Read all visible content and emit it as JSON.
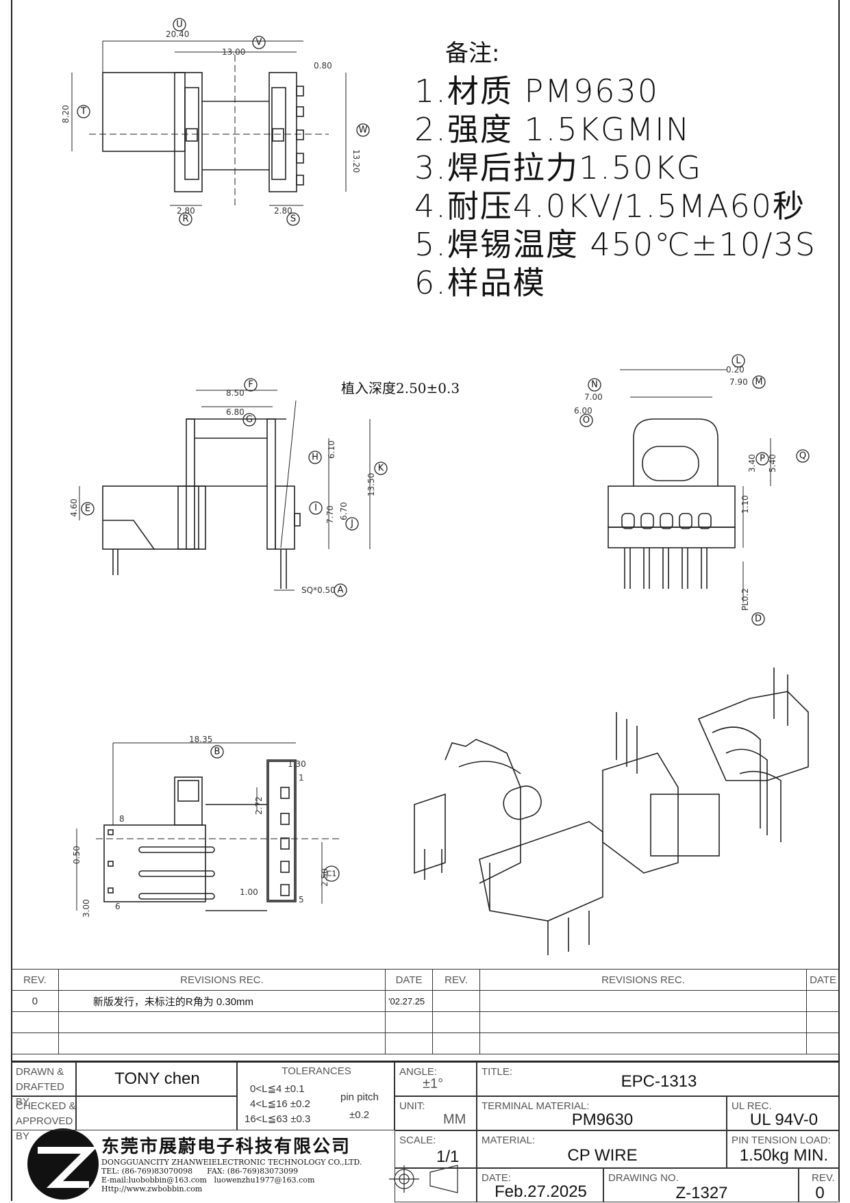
{
  "notes": {
    "title": "备注:",
    "items": [
      "1.材质 PM9630",
      "2.强度 1.5KGMIN",
      "3.焊后拉力1.50KG",
      "4.耐压4.0KV/1.5MA60秒",
      "5.焊锡温度 450℃±10/3S",
      "6.样品模"
    ]
  },
  "callout": "植入深度2.50±0.3",
  "dims": {
    "top": [
      "20.40",
      "13.00",
      "0.80",
      "8.20",
      "13.20",
      "2.80",
      "2.80"
    ],
    "side": [
      "8.50",
      "6.80",
      "6.10",
      "13.50",
      "4.60",
      "7.70",
      "6.70",
      "SQ*0.50"
    ],
    "front": [
      "0.20",
      "7.90",
      "7.00",
      "6.00",
      "5.40",
      "3.40",
      "1.10",
      "PL0.2"
    ],
    "bottom": [
      "18.35",
      "1.30",
      "2.72",
      "0.50",
      "2.50",
      "1.00",
      "3.00"
    ],
    "pins": [
      "1",
      "5",
      "8",
      "6"
    ]
  },
  "markers": [
    "U",
    "V",
    "T",
    "W",
    "R",
    "S",
    "F",
    "G",
    "H",
    "K",
    "E",
    "I",
    "J",
    "A",
    "L",
    "N",
    "M",
    "O",
    "P",
    "Q",
    "D",
    "B",
    "C1"
  ],
  "revisions": {
    "headers": [
      "REV.",
      "REVISIONS REC.",
      "DATE",
      "REV.",
      "REVISIONS REC.",
      "DATE"
    ],
    "rows": [
      {
        "rev": "0",
        "rec": "新版发行，未标注的R角为 0.30mm",
        "date": "'02.27.25"
      }
    ]
  },
  "title_block": {
    "drawn_label": "DRAWN & DRAFTED BY",
    "drawn_value": "TONY chen",
    "checked_label": "CHECKED & APPROVED BY",
    "tolerances_label": "TOLERANCES",
    "tolerances": [
      "0<L≦4  ±0.1",
      "4<L≦16  ±0.2",
      "16<L≦63  ±0.3"
    ],
    "pin_pitch_label": "pin pitch",
    "pin_pitch_value": "±0.2",
    "angle_label": "ANGLE:",
    "angle_value": "±1°",
    "unit_label": "UNIT:",
    "unit_value": "MM",
    "scale_label": "SCALE:",
    "scale_value": "1/1",
    "title_label": "TITLE:",
    "title_value": "EPC-1313",
    "terminal_label": "TERMINAL MATERIAL:",
    "terminal_value": "PM9630",
    "ul_label": "UL REC.",
    "ul_value": "UL 94V-0",
    "material_label": "MATERIAL:",
    "material_value": "CP WIRE",
    "pin_tension_label": "PIN TENSION LOAD:",
    "pin_tension_value": "1.50kg MIN.",
    "date_label": "DATE:",
    "date_value": "Feb.27.2025",
    "drawing_label": "DRAWING NO.",
    "drawing_value": "Z-1327",
    "rev_label": "REV.",
    "rev_value": "0"
  },
  "company": {
    "name_cn": "东莞市展蔚电子科技有限公司",
    "name_en": "DONGGUANCITY ZHANWEIELECTRONIC TECHNOLOGY CO.,LTD.",
    "tel": "TEL: (86-769)83070098",
    "fax": "FAX: (86-769)83073099",
    "email1": "E-mail:luobobbin@163.com",
    "email2": "luowenzhu1977@163.com",
    "web": "Http://www.zwbobbin.com"
  }
}
